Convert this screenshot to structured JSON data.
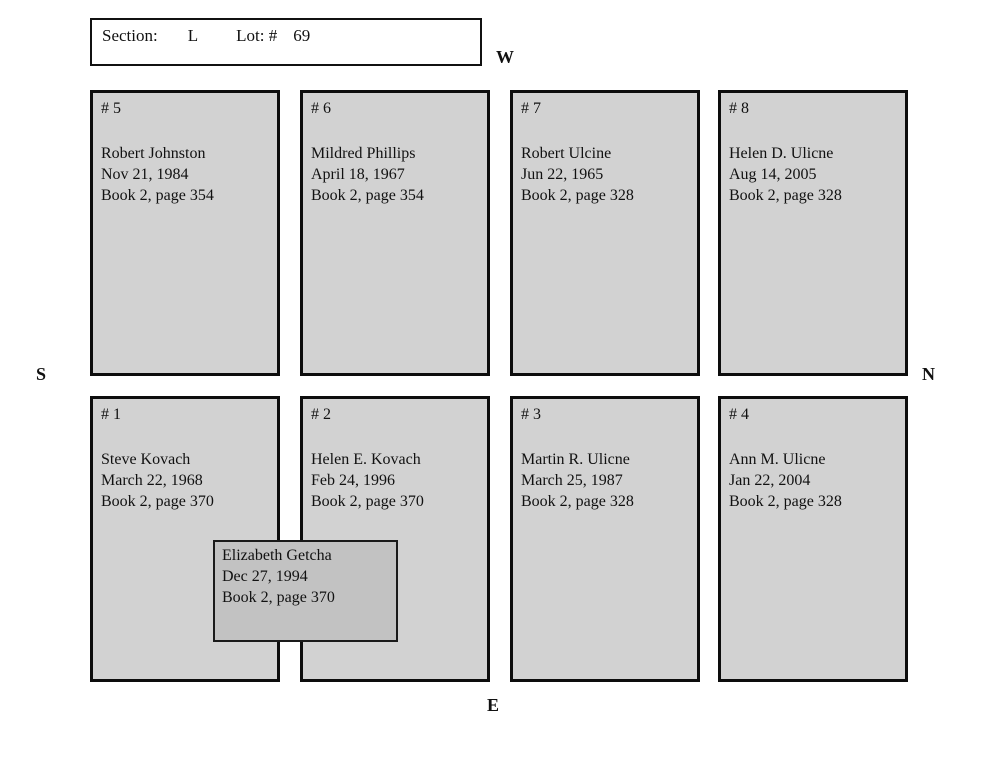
{
  "header": {
    "section_label": "Section:",
    "section_value": "L",
    "lot_label": "Lot: #",
    "lot_value": "69"
  },
  "compass": {
    "west": "W",
    "south": "S",
    "north": "N",
    "east": "E"
  },
  "plots": [
    {
      "number": "# 1",
      "name": "Steve Kovach",
      "date": "March 22, 1968",
      "book": "Book 2, page 370"
    },
    {
      "number": "# 2",
      "name": "Helen E. Kovach",
      "date": "Feb 24, 1996",
      "book": "Book 2, page 370"
    },
    {
      "number": "# 3",
      "name": "Martin R. Ulicne",
      "date": "March 25, 1987",
      "book": "Book 2, page 328"
    },
    {
      "number": "# 4",
      "name": "Ann M. Ulicne",
      "date": "Jan 22, 2004",
      "book": "Book 2, page 328"
    },
    {
      "number": "# 5",
      "name": "Robert Johnston",
      "date": "Nov 21, 1984",
      "book": "Book 2, page 354"
    },
    {
      "number": "# 6",
      "name": "Mildred Phillips",
      "date": "April 18, 1967",
      "book": "Book 2, page 354"
    },
    {
      "number": "# 7",
      "name": "Robert Ulcine",
      "date": "Jun 22, 1965",
      "book": "Book 2, page 328"
    },
    {
      "number": "# 8",
      "name": "Helen D. Ulicne",
      "date": "Aug 14, 2005",
      "book": "Book 2, page 328"
    }
  ],
  "overlay": {
    "name": "Elizabeth Getcha",
    "date": "Dec 27, 1994",
    "book": "Book 2, page 370"
  },
  "colors": {
    "plot_fill": "#d2d2d2",
    "overlay_fill": "#c2c2c2",
    "border": "#0d0d0d",
    "background": "#ffffff"
  }
}
